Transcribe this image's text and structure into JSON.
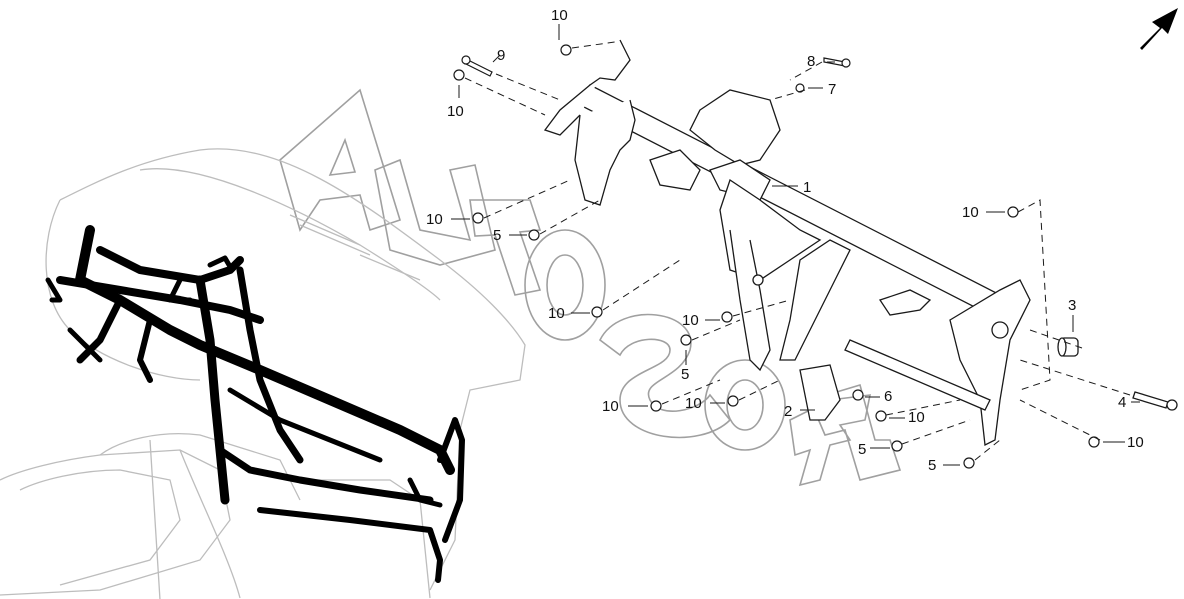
{
  "diagram": {
    "watermark_text": "AutoSoft",
    "callouts": [
      {
        "id": "c1",
        "label": "10"
      },
      {
        "id": "c2",
        "label": "9"
      },
      {
        "id": "c3",
        "label": "10"
      },
      {
        "id": "c4",
        "label": "8"
      },
      {
        "id": "c5",
        "label": "7"
      },
      {
        "id": "c6",
        "label": "1"
      },
      {
        "id": "c7",
        "label": "10"
      },
      {
        "id": "c8",
        "label": "10"
      },
      {
        "id": "c9",
        "label": "5"
      },
      {
        "id": "c10",
        "label": "10"
      },
      {
        "id": "c11",
        "label": "10"
      },
      {
        "id": "c12",
        "label": "3"
      },
      {
        "id": "c13",
        "label": "5"
      },
      {
        "id": "c14",
        "label": "10"
      },
      {
        "id": "c15",
        "label": "10"
      },
      {
        "id": "c16",
        "label": "2"
      },
      {
        "id": "c17",
        "label": "6"
      },
      {
        "id": "c18",
        "label": "10"
      },
      {
        "id": "c19",
        "label": "4"
      },
      {
        "id": "c20",
        "label": "5"
      },
      {
        "id": "c21",
        "label": "10"
      },
      {
        "id": "c22",
        "label": "5"
      }
    ]
  },
  "colors": {
    "line": "#1a1a1a",
    "ghost": "#bdbdbd",
    "harness": "#000000",
    "watermark": "#9a9a9a"
  },
  "icons": {
    "orientation": "front-arrow-icon"
  }
}
